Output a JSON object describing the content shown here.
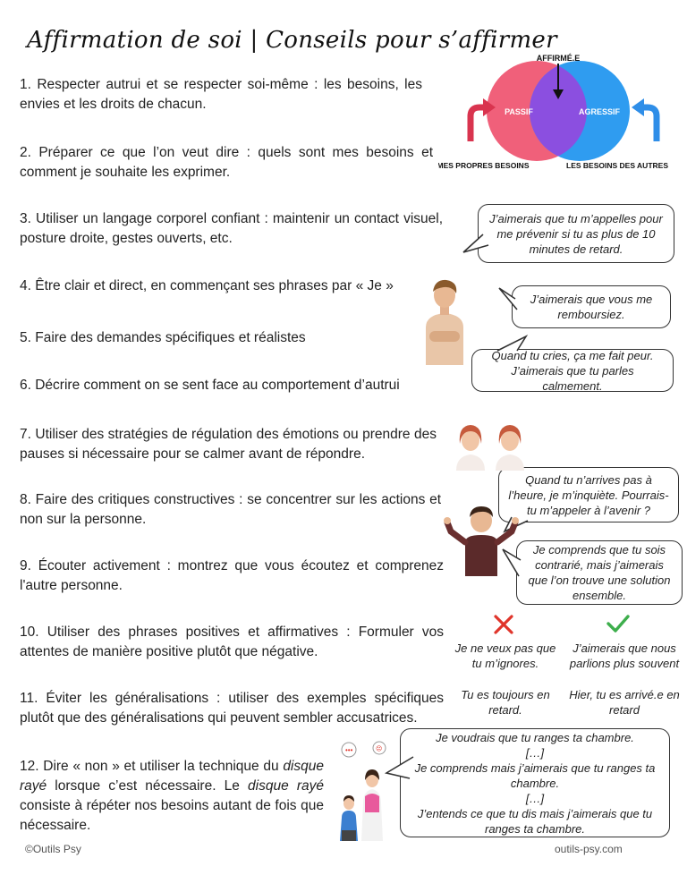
{
  "title": "Affirmation de soi | Conseils pour s’affirmer",
  "diagram": {
    "top_label": "AFFIRMÉ.E",
    "left_label": "PASSIF",
    "right_label": "AGRESSIF",
    "bottom_left": "MES PROPRES BESOINS",
    "bottom_right": "LES BESOINS DES AUTRES",
    "colors": {
      "passif": "#f0607a",
      "agressif": "#2f9cf0",
      "overlap": "#8b4fe0",
      "arrow_left": "#d9344f",
      "arrow_right": "#2f8ee8"
    }
  },
  "items": [
    "1.  Respecter autrui et se respecter soi-même : les besoins, les envies et les droits de chacun.",
    "2. Préparer ce que l’on veut dire : quels sont mes besoins et comment je souhaite les exprimer.",
    "3. Utiliser un langage corporel confiant : maintenir un contact visuel, posture droite, gestes ouverts, etc.",
    "4. Être clair et direct, en commençant ses phrases par « Je »",
    "5. Faire des demandes spécifiques et réalistes",
    "6. Décrire comment on se sent face au comportement d’autrui",
    "7. Utiliser des stratégies de régulation des émotions ou prendre des pauses si nécessaire pour se calmer avant de répondre.",
    "8. Faire des critiques constructives : se concentrer sur les actions et non sur la personne.",
    "9. Écouter activement : montrez que vous écoutez et comprenez l'autre personne.",
    "10. Utiliser des phrases positives et affirmatives : Formuler vos attentes de manière positive plutôt que négative.",
    "11. Éviter les généralisations : utiliser des exemples spécifiques plutôt que des généralisations qui peuvent sembler accusatrices."
  ],
  "item12": {
    "part1": "12. Dire « non » et utiliser la technique du ",
    "em1": "disque rayé",
    "part2": " lorsque c’est nécessaire. Le ",
    "em2": "disque rayé",
    "part3": " consiste à répéter nos besoins autant de fois que nécessaire."
  },
  "bubbles": {
    "b1": "J’aimerais que tu m’appelles pour me prévenir si tu as plus de 10 minutes de retard.",
    "b2": "J’aimerais que vous me remboursiez.",
    "b3": "Quand tu cries, ça me fait peur. J’aimerais que tu parles calmement.",
    "b4": "Quand tu n’arrives pas à l’heure, je m’inquiète. Pourrais-tu m’appeler à l’avenir ?",
    "b5": "Je comprends que tu sois contrarié, mais j’aimerais que l’on trouve une solution ensemble.",
    "b6": [
      "Je voudrais que tu ranges ta chambre.",
      "[…]",
      "Je comprends mais j’aimerais que tu ranges ta chambre.",
      "[…]",
      "J’entends ce que tu dis mais j’aimerais que tu ranges ta chambre."
    ]
  },
  "examples": {
    "negative": "Je ne veux pas que tu m’ignores.",
    "positive": "J’aimerais que nous parlions plus souvent",
    "general": "Tu es toujours en retard.",
    "specific": "Hier, tu es arrivé.e en retard",
    "colors": {
      "cross": "#e0352b",
      "check": "#3dae4c"
    }
  },
  "footer": {
    "left": "©Outils Psy",
    "right": "outils-psy.com"
  }
}
